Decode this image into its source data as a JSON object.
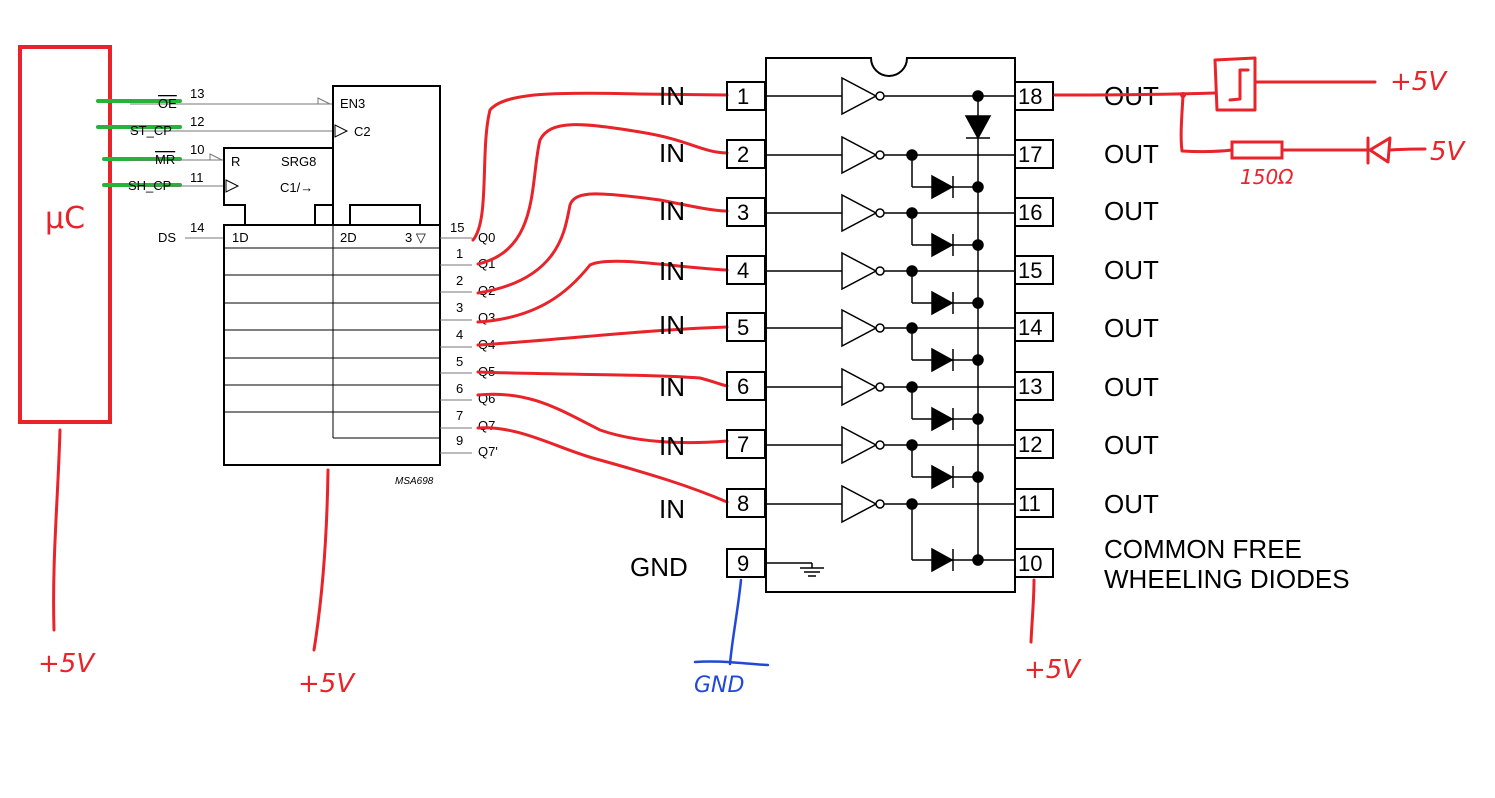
{
  "mcu": {
    "label": "µC",
    "supply": "+5V"
  },
  "shift_register": {
    "name_block": "SRG8",
    "en_label": "EN3",
    "c2_label": "C2",
    "r_label": "R",
    "c1_label": "C1/→",
    "d1_label": "1D",
    "d2_label": "2D",
    "out3_label": "3 ▽",
    "ds_label": "DS",
    "footer": "MSA698",
    "supply": "+5V",
    "inputs": [
      {
        "label": "OE",
        "pin": "13"
      },
      {
        "label": "ST_CP",
        "pin": "12"
      },
      {
        "label": "MR",
        "pin": "10"
      },
      {
        "label": "SH_CP",
        "pin": "11"
      },
      {
        "label": "DS",
        "pin": "14"
      }
    ],
    "outputs": [
      {
        "label": "Q0",
        "pin": "15"
      },
      {
        "label": "Q1",
        "pin": "1"
      },
      {
        "label": "Q2",
        "pin": "2"
      },
      {
        "label": "Q3",
        "pin": "3"
      },
      {
        "label": "Q4",
        "pin": "4"
      },
      {
        "label": "Q5",
        "pin": "5"
      },
      {
        "label": "Q6",
        "pin": "6"
      },
      {
        "label": "Q7",
        "pin": "7"
      },
      {
        "label": "Q7'",
        "pin": "9"
      }
    ]
  },
  "driver": {
    "left_pins": [
      "1",
      "2",
      "3",
      "4",
      "5",
      "6",
      "7",
      "8",
      "9"
    ],
    "right_pins": [
      "18",
      "17",
      "16",
      "15",
      "14",
      "13",
      "12",
      "11",
      "10"
    ],
    "in_label": "IN",
    "out_label": "OUT",
    "gnd_label": "GND",
    "common_line1": "COMMON FREE",
    "common_line2": "WHEELING DIODES",
    "com_supply": "+5V",
    "gnd_annotation": "GND"
  },
  "load": {
    "supply_top": "+5V",
    "resistor": "150Ω",
    "led_supply": "5V"
  }
}
